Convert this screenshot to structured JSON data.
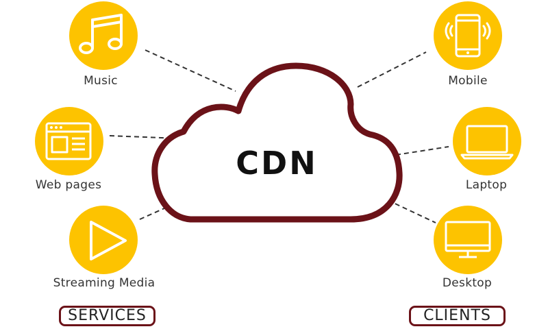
{
  "center": {
    "label": "CDN"
  },
  "services": {
    "heading": "SERVICES",
    "items": [
      {
        "label": "Music",
        "icon": "music-note-icon"
      },
      {
        "label": "Web pages",
        "icon": "web-page-icon"
      },
      {
        "label": "Streaming Media",
        "icon": "play-icon"
      }
    ]
  },
  "clients": {
    "heading": "CLIENTS",
    "items": [
      {
        "label": "Mobile",
        "icon": "mobile-phone-icon"
      },
      {
        "label": "Laptop",
        "icon": "laptop-icon"
      },
      {
        "label": "Desktop",
        "icon": "desktop-monitor-icon"
      }
    ]
  },
  "colors": {
    "circle_fill": "#FDC300",
    "cloud_outline": "#6B1218",
    "group_border": "#6B1218",
    "connector": "#333333"
  }
}
